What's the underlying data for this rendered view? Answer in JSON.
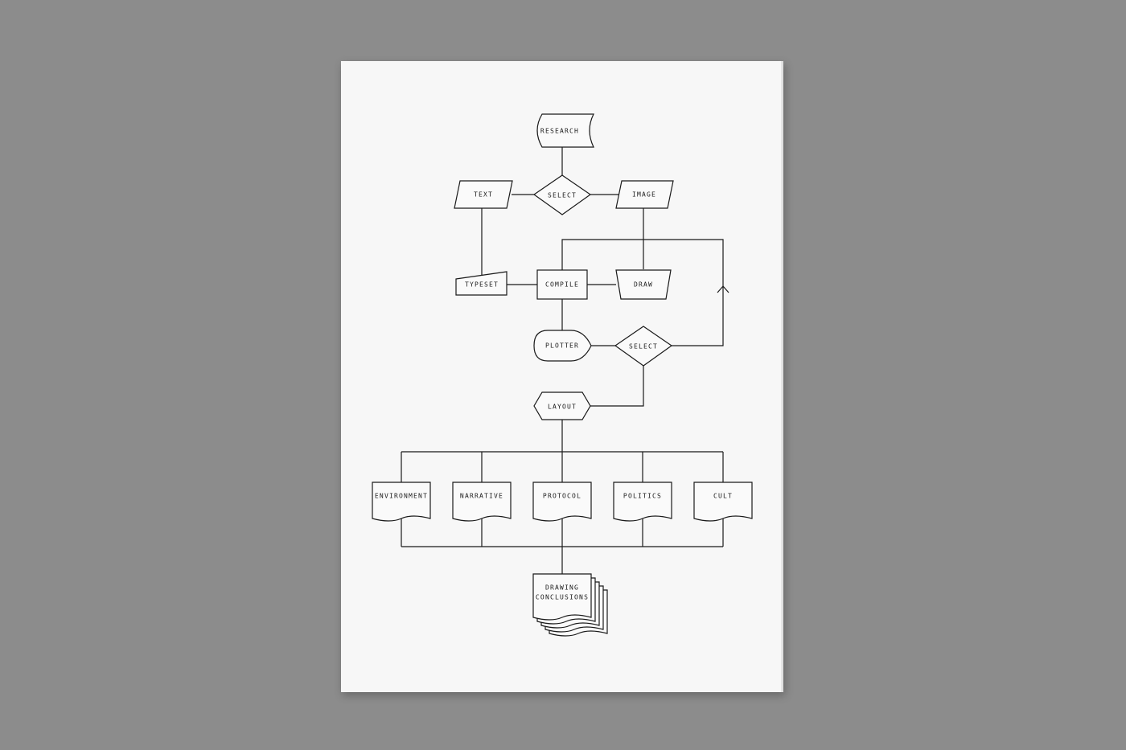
{
  "nodes": {
    "research": "RESEARCH",
    "text": "TEXT",
    "select_top": "SELECT",
    "image": "IMAGE",
    "typeset": "TYPESET",
    "compile": "COMPILE",
    "draw": "DRAW",
    "plotter": "PLOTTER",
    "select_bottom": "SELECT",
    "layout": "LAYOUT",
    "environment": "ENVIRONMENT",
    "narrative": "NARRATIVE",
    "protocol": "PROTOCOL",
    "politics": "POLITICS",
    "cult": "CULT",
    "conclusions_line1": "DRAWING",
    "conclusions_line2": "CONCLUSIONS"
  },
  "colors": {
    "background": "#8c8c8c",
    "paper": "#f7f7f7",
    "ink": "#1a1a1a"
  }
}
